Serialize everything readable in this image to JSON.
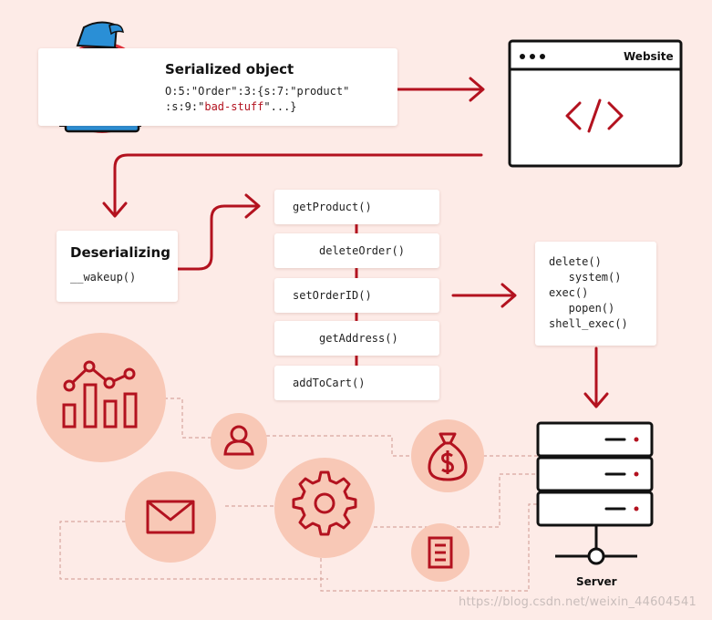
{
  "serialized": {
    "title": "Serialized object",
    "line1_a": "O:5:\"Order\":3:{s:7:\"product\"",
    "line2_a": ":s:9:\"",
    "line2_bad": "bad-stuff",
    "line2_b": "\"...}"
  },
  "website": {
    "label": "Website"
  },
  "deserializing": {
    "title": "Deserializing",
    "code": "__wakeup()"
  },
  "methods": [
    "getProduct()",
    "deleteOrder()",
    "setOrderID()",
    "getAddress()",
    "addToCart()"
  ],
  "functions": [
    "delete()",
    "   system()",
    "exec()",
    "   popen()",
    "shell_exec()"
  ],
  "server": {
    "label": "Server"
  },
  "watermark": "https://blog.csdn.net/weixin_44604541",
  "colors": {
    "background": "#fdebe7",
    "accent_red": "#b3121f",
    "circle_fill": "#f8c8b6",
    "hacker_blue": "#2a8fd6"
  },
  "icons": {
    "hacker": "hacker-avatar-icon",
    "code": "code-brackets-icon",
    "chart": "bar-chart-icon",
    "user": "user-icon",
    "mail": "mail-icon",
    "gear": "gear-icon",
    "money": "money-bag-icon",
    "document": "document-icon",
    "server": "server-icon"
  }
}
